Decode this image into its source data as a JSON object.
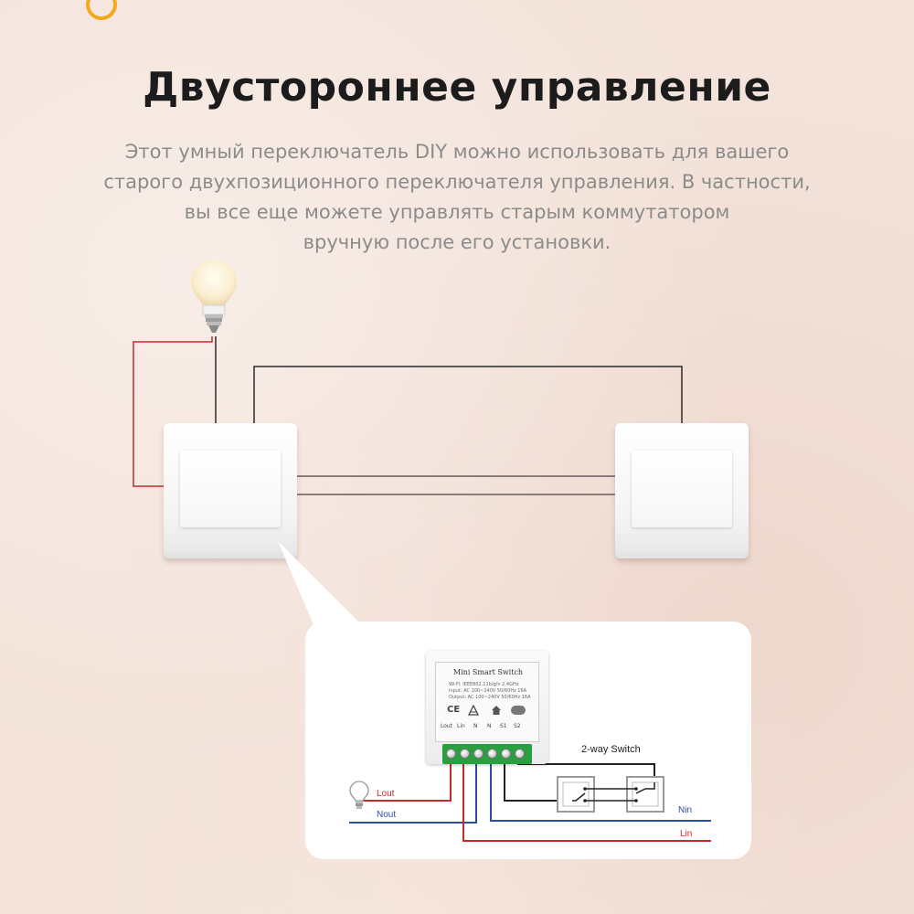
{
  "header": {
    "title": "Двустороннее управление",
    "description_lines": [
      "Этот умный переключатель DIY можно использовать для вашего",
      "старого двухпозиционного переключателя управления. В частности,",
      "вы все еще можете управлять старым коммутатором",
      "вручную после его установки."
    ]
  },
  "module": {
    "title": "Mini  Smart Switch",
    "spec_lines": [
      "Wi-Fi: IEEE802.11b/g/n 2.4GHz",
      "Input:  AC 100~240V 50/60Hz 16A",
      "Output: AC 100~240V 50/60Hz 16A"
    ],
    "cert_ce": "CE",
    "terminals": [
      "Lout",
      "Lin",
      "N",
      "N",
      "S1",
      "S2"
    ]
  },
  "diagram": {
    "switch_label": "2-way Switch",
    "lout": "Lout",
    "nout": "Nout",
    "nin": "Nin",
    "lin": "Lin"
  },
  "colors": {
    "live": "#c8282e",
    "neutral": "#2a4ea8",
    "switch_wire": "#222222",
    "terminal_green": "#28a040",
    "logo": "#f3a91e"
  },
  "icons": [
    "logo-arc-icon",
    "light-bulb-icon",
    "ce-mark-icon",
    "rohs-icon",
    "home-icon",
    "wifi-badge-icon"
  ]
}
